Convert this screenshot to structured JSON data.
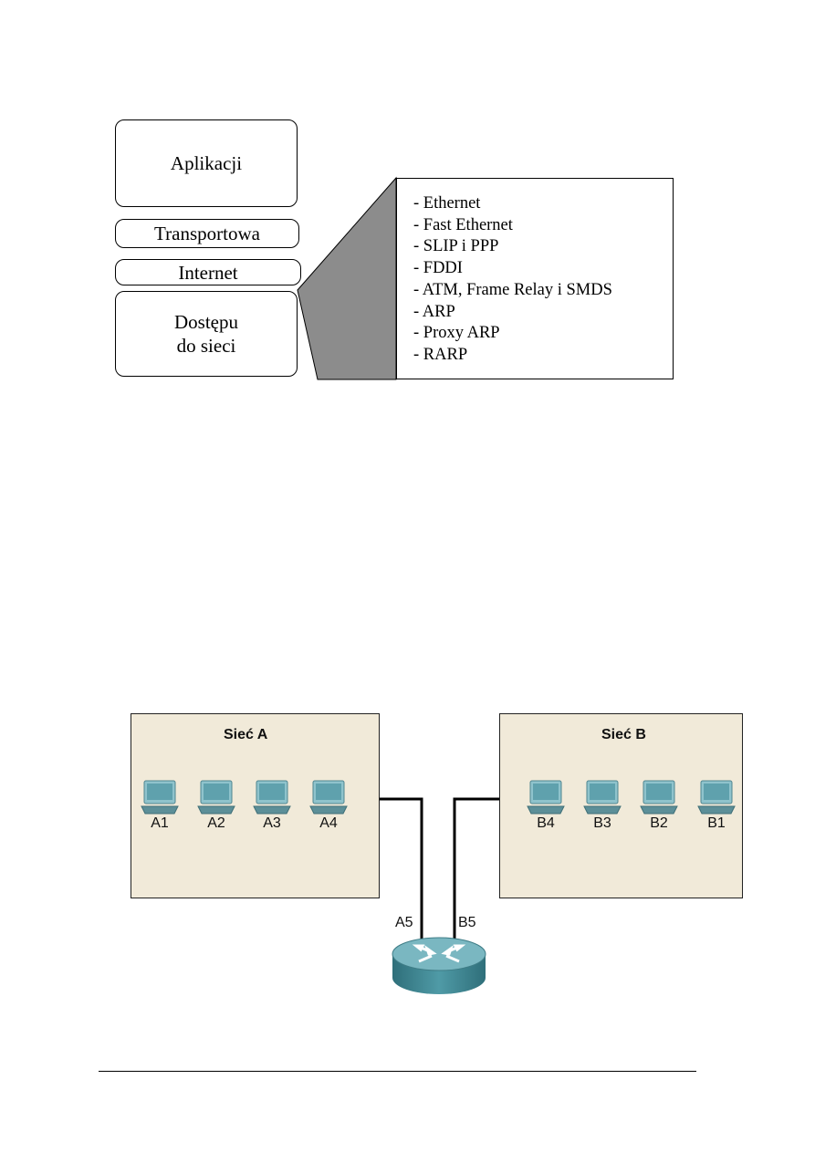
{
  "layers": {
    "application": "Aplikacji",
    "transport": "Transportowa",
    "internet": "Internet",
    "access_line1": "Dostępu",
    "access_line2": "do sieci"
  },
  "protocols": [
    "- Ethernet",
    "- Fast Ethernet",
    "- SLIP i PPP",
    "- FDDI",
    "- ATM, Frame Relay i SMDS",
    "- ARP",
    "- Proxy ARP",
    "- RARP"
  ],
  "network_a": {
    "title": "Sieć A",
    "hosts": [
      "A1",
      "A2",
      "A3",
      "A4"
    ],
    "router_port": "A5"
  },
  "network_b": {
    "title": "Sieć B",
    "hosts": [
      "B4",
      "B3",
      "B2",
      "B1"
    ],
    "router_port": "B5"
  },
  "colors": {
    "network_fill": "#f1ead9",
    "callout_fill": "#8c8c8c",
    "router_body": "#4f9aa6",
    "host_screen": "#6aa7b3"
  },
  "icons": {
    "host": "computer-icon",
    "router": "router-icon"
  }
}
